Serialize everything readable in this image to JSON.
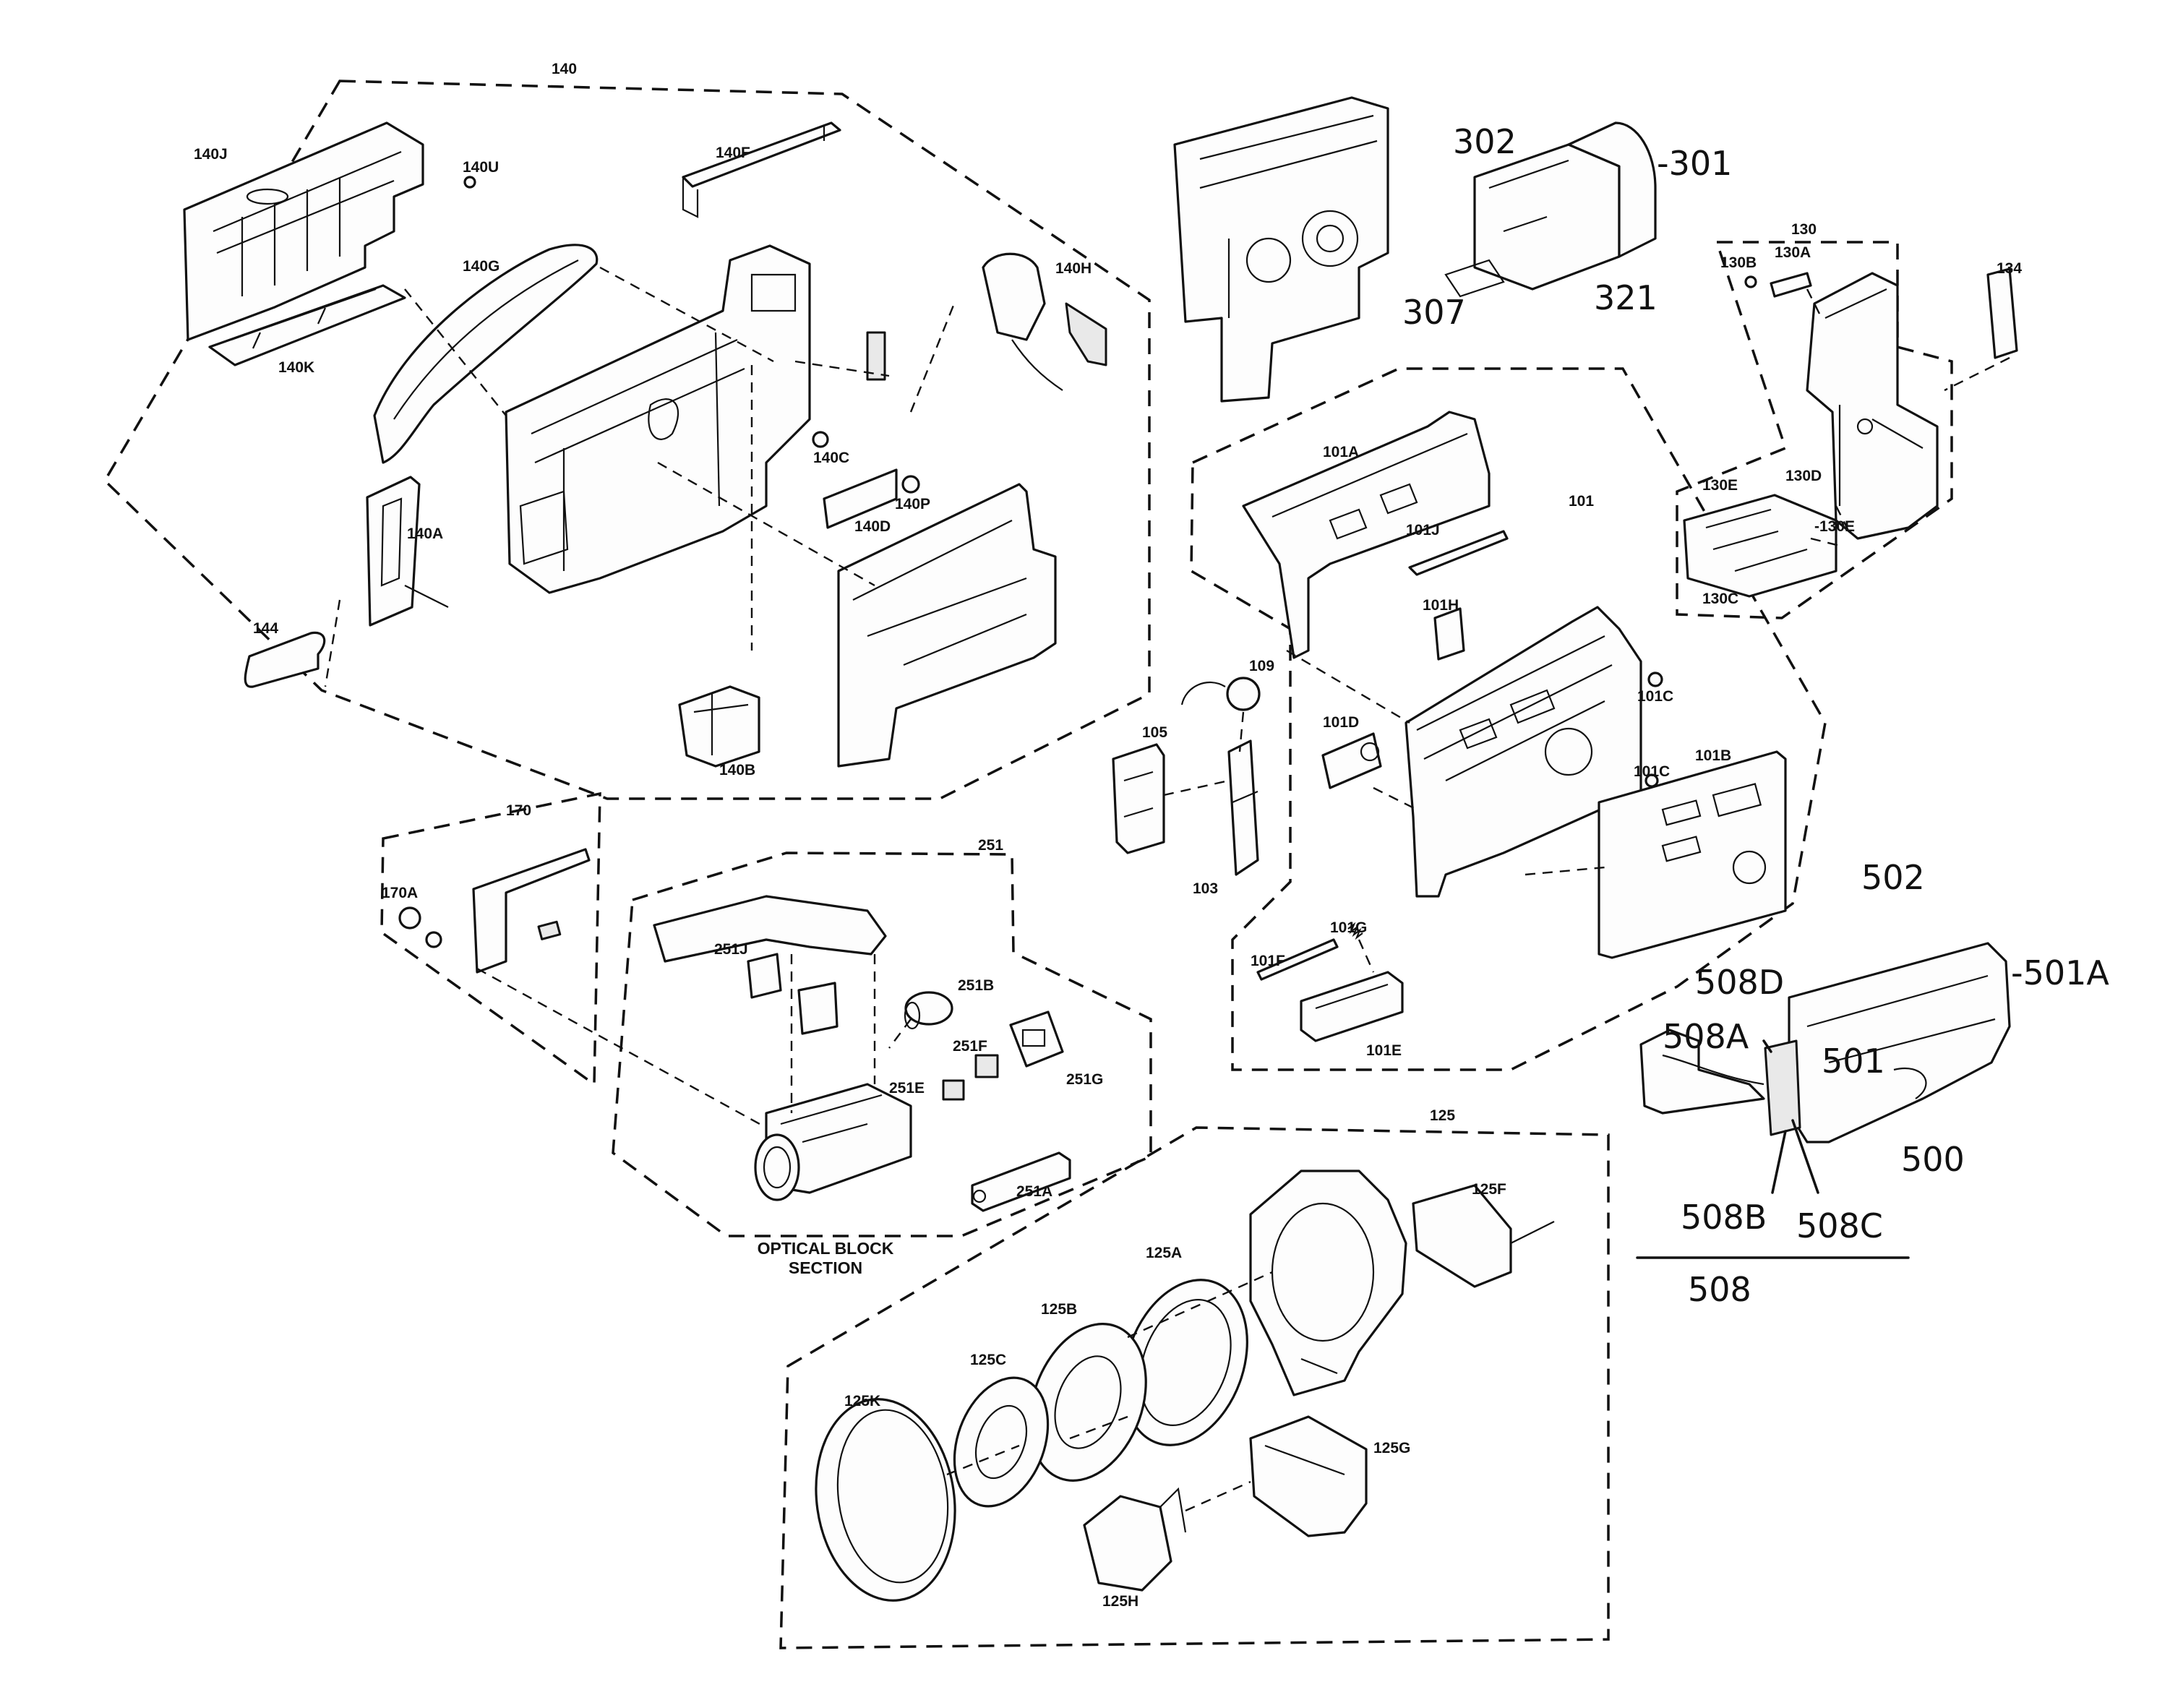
{
  "groups": {
    "g140": "140",
    "g170": "170",
    "g251": "251",
    "g125": "125",
    "g130": "130",
    "g101": "101"
  },
  "parts": {
    "p140J": "140J",
    "p140U": "140U",
    "p140F": "140F",
    "p140G": "140G",
    "p140K": "140K",
    "p140H": "140H",
    "p140A": "140A",
    "p140C": "140C",
    "p140P": "140P",
    "p140D": "140D",
    "p140B": "140B",
    "p144": "144",
    "p170A": "170A",
    "p251J": "251J",
    "p251B": "251B",
    "p251F": "251F",
    "p251G": "251G",
    "p251E": "251E",
    "p251A": "251A",
    "p125A": "125A",
    "p125B": "125B",
    "p125C": "125C",
    "p125K": "125K",
    "p125F": "125F",
    "p125G": "125G",
    "p125H": "125H",
    "p130B": "130B",
    "p130A": "130A",
    "p134": "134",
    "p130E1": "130E",
    "p130D": "130D",
    "p130E2": "-130E",
    "p130C": "130C",
    "p101A": "101A",
    "p101J": "101J",
    "p101H": "101H",
    "p101C1": "101C",
    "p101C2": "101C",
    "p101B": "101B",
    "p101D": "101D",
    "p109": "109",
    "p105": "105",
    "p103": "103",
    "p101G": "101G",
    "p101F": "101F",
    "p101E": "101E"
  },
  "handwritten": {
    "h302": "302",
    "h301": "-301",
    "h307": "307",
    "h321": "321",
    "h502": "502",
    "h501A": "-501A",
    "h508D": "508D",
    "h508A": "508A",
    "h501": "501",
    "h500": "500",
    "h508B": "508B",
    "h508C": "508C",
    "h508": "508"
  },
  "caption": {
    "line1": "OPTICAL BLOCK",
    "line2": "SECTION"
  }
}
